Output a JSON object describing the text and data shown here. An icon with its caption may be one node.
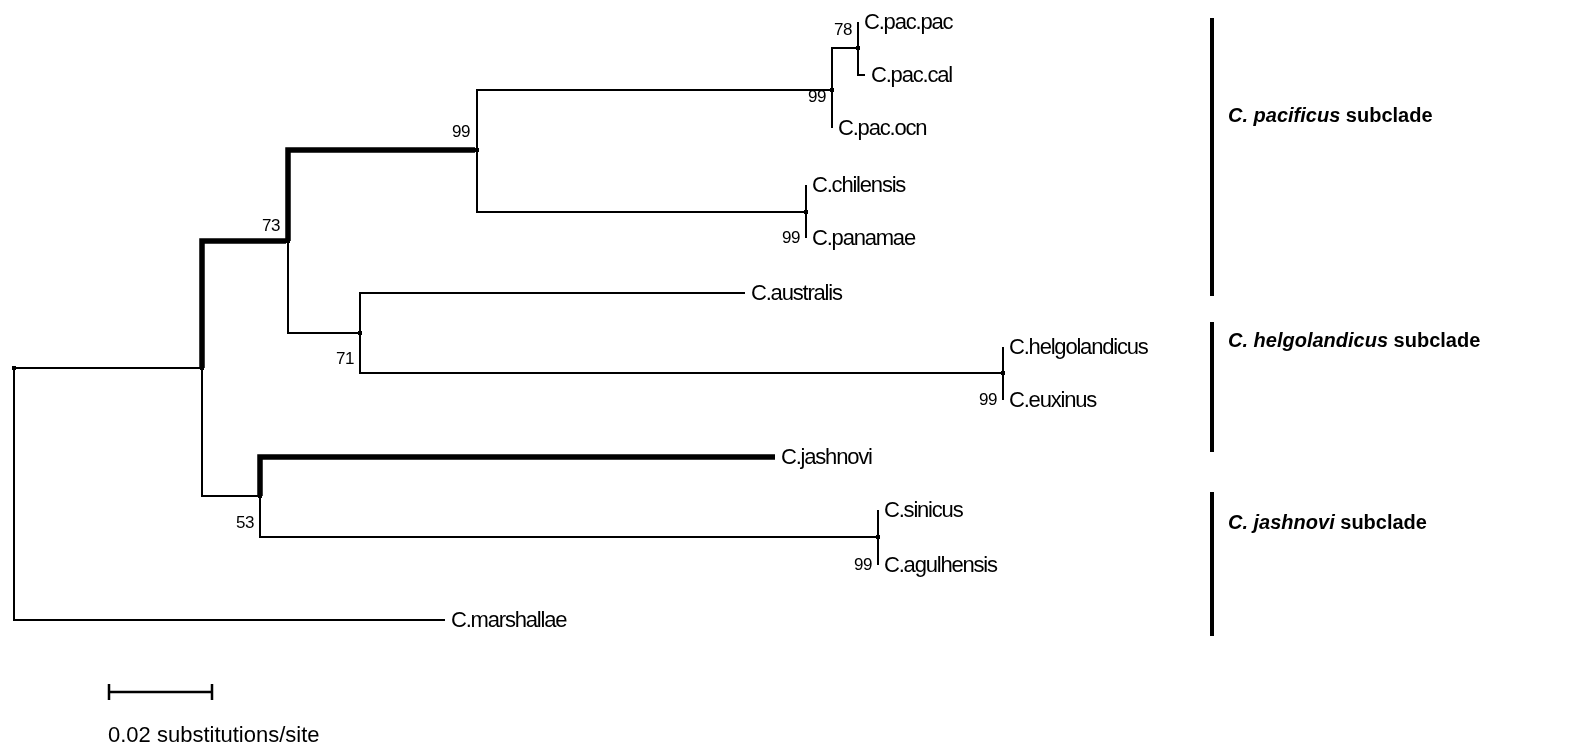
{
  "diagram": {
    "nodes": [
      {
        "text": [
          "C.pac.pac"
        ]
      },
      {
        "text": [
          "C.pac.cal"
        ]
      },
      {
        "text": [
          "C.pac.ocn"
        ]
      },
      {
        "text": [
          "C.chilensis"
        ]
      },
      {
        "text": [
          "C.panamae"
        ]
      },
      {
        "text": [
          "C.australis"
        ]
      },
      {
        "text": [
          "C.helgolandicus"
        ]
      },
      {
        "text": [
          "C.euxinus"
        ]
      },
      {
        "text": [
          "C.jashnovi"
        ]
      },
      {
        "text": [
          "C.sinicus"
        ]
      },
      {
        "text": [
          "C.agulhensis"
        ]
      },
      {
        "text": [
          "C.marshallae"
        ]
      },
      {
        "text": [],
        "shape": "point"
      },
      {
        "text": [],
        "shape": "point"
      },
      {
        "text": [],
        "shape": "point",
        "beside": [
          "73"
        ]
      },
      {
        "text": [],
        "shape": "point",
        "beside": [
          "53"
        ]
      },
      {
        "text": [],
        "shape": "point",
        "beside": [
          "99"
        ]
      },
      {
        "text": [],
        "shape": "point",
        "beside": [
          "71"
        ]
      },
      {
        "text": [],
        "shape": "point",
        "beside": [
          "99"
        ]
      },
      {
        "text": [],
        "shape": "point",
        "beside": [
          "78"
        ]
      },
      {
        "text": [],
        "shape": "point",
        "beside": [
          "99"
        ]
      },
      {
        "text": [],
        "shape": "point",
        "beside": [
          "99"
        ]
      },
      {
        "text": [],
        "shape": "point",
        "beside": [
          "99"
        ]
      }
    ],
    "edges": [
      {
        "from": 12,
        "to": 13,
        "arrow": "none"
      },
      {
        "from": 12,
        "to": 11,
        "arrow": "none"
      },
      {
        "from": 13,
        "to": 14,
        "arrow": "none",
        "style": "thick"
      },
      {
        "from": 13,
        "to": 15,
        "arrow": "none"
      },
      {
        "from": 14,
        "to": 16,
        "arrow": "none",
        "style": "thick"
      },
      {
        "from": 14,
        "to": 17,
        "arrow": "none"
      },
      {
        "from": 16,
        "to": 18,
        "arrow": "none"
      },
      {
        "from": 16,
        "to": 20,
        "arrow": "none"
      },
      {
        "from": 18,
        "to": 19,
        "arrow": "none"
      },
      {
        "from": 18,
        "to": 2,
        "arrow": "none"
      },
      {
        "from": 19,
        "to": 0,
        "arrow": "none"
      },
      {
        "from": 19,
        "to": 1,
        "arrow": "none"
      },
      {
        "from": 20,
        "to": 3,
        "arrow": "none"
      },
      {
        "from": 20,
        "to": 4,
        "arrow": "none"
      },
      {
        "from": 17,
        "to": 5,
        "arrow": "none"
      },
      {
        "from": 17,
        "to": 21,
        "arrow": "none"
      },
      {
        "from": 21,
        "to": 6,
        "arrow": "none"
      },
      {
        "from": 21,
        "to": 7,
        "arrow": "none"
      },
      {
        "from": 15,
        "to": 8,
        "arrow": "none",
        "style": "thick"
      },
      {
        "from": 15,
        "to": 22,
        "arrow": "none"
      },
      {
        "from": 22,
        "to": 9,
        "arrow": "none"
      },
      {
        "from": 22,
        "to": 10,
        "arrow": "none"
      }
    ],
    "labels": [
      "*C. pacificus* subclade",
      "*C. helgolandicus* subclade",
      "*C. jashnovi* subclade",
      "0.02 substitutions/site"
    ]
  }
}
